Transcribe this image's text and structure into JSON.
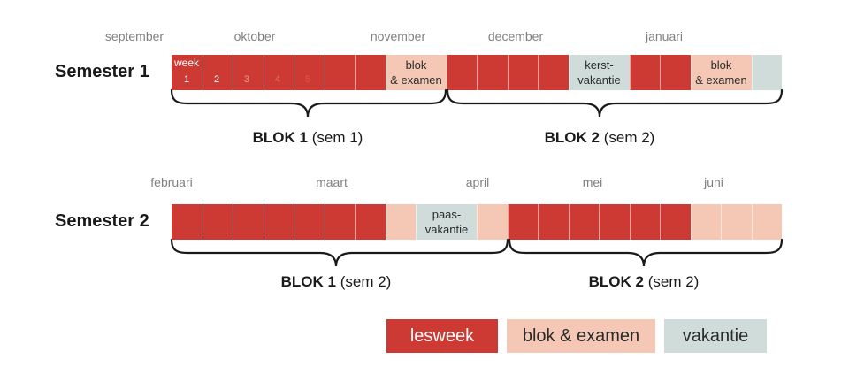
{
  "semester1": {
    "label": "Semester 1",
    "months": [
      "september",
      "oktober",
      "november",
      "december",
      "januari"
    ],
    "week_label": "week",
    "week_numbers": [
      "1",
      "2",
      "3",
      "4",
      "5"
    ],
    "cells": [
      {
        "type": "lesweek",
        "span": 1
      },
      {
        "type": "lesweek",
        "span": 1
      },
      {
        "type": "lesweek",
        "span": 1
      },
      {
        "type": "lesweek",
        "span": 1
      },
      {
        "type": "lesweek",
        "span": 1
      },
      {
        "type": "lesweek",
        "span": 1
      },
      {
        "type": "lesweek",
        "span": 1
      },
      {
        "type": "blok",
        "span": 2,
        "text": "blok\n& examen"
      },
      {
        "type": "lesweek",
        "span": 1
      },
      {
        "type": "lesweek",
        "span": 1
      },
      {
        "type": "lesweek",
        "span": 1
      },
      {
        "type": "lesweek",
        "span": 1
      },
      {
        "type": "vakantie",
        "span": 2,
        "text": "kerst-\nvakantie"
      },
      {
        "type": "lesweek",
        "span": 1
      },
      {
        "type": "lesweek",
        "span": 1
      },
      {
        "type": "blok",
        "span": 2,
        "text": "blok\n& examen"
      },
      {
        "type": "vakantie",
        "span": 1
      }
    ],
    "blocks": [
      {
        "name": "BLOK 1",
        "sem": "(sem 1)"
      },
      {
        "name": "BLOK 2",
        "sem": "(sem 2)"
      }
    ]
  },
  "semester2": {
    "label": "Semester 2",
    "months": [
      "februari",
      "maart",
      "april",
      "mei",
      "juni"
    ],
    "cells": [
      {
        "type": "lesweek",
        "span": 1
      },
      {
        "type": "lesweek",
        "span": 1
      },
      {
        "type": "lesweek",
        "span": 1
      },
      {
        "type": "lesweek",
        "span": 1
      },
      {
        "type": "lesweek",
        "span": 1
      },
      {
        "type": "lesweek",
        "span": 1
      },
      {
        "type": "lesweek",
        "span": 1
      },
      {
        "type": "blok",
        "span": 1
      },
      {
        "type": "vakantie",
        "span": 2,
        "text": "paas-\nvakantie"
      },
      {
        "type": "blok",
        "span": 1
      },
      {
        "type": "lesweek",
        "span": 1
      },
      {
        "type": "lesweek",
        "span": 1
      },
      {
        "type": "lesweek",
        "span": 1
      },
      {
        "type": "lesweek",
        "span": 1
      },
      {
        "type": "lesweek",
        "span": 1
      },
      {
        "type": "lesweek",
        "span": 1
      },
      {
        "type": "blok",
        "span": 1
      },
      {
        "type": "blok",
        "span": 1
      },
      {
        "type": "blok",
        "span": 1
      }
    ],
    "blocks": [
      {
        "name": "BLOK 1",
        "sem": "(sem 2)"
      },
      {
        "name": "BLOK 2",
        "sem": "(sem 2)"
      }
    ]
  },
  "legend": {
    "lesweek": "lesweek",
    "blok": "blok & examen",
    "vakantie": "vakantie"
  },
  "colors": {
    "lesweek": "#cd3a33",
    "blok": "#f5c8b5",
    "vakantie": "#cfdcda"
  }
}
